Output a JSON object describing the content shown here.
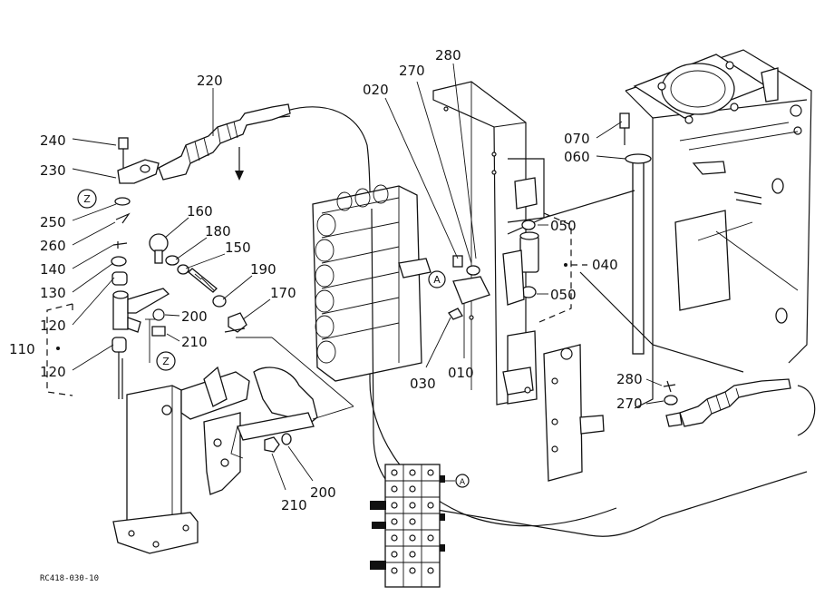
{
  "diagram": {
    "part_callouts": {
      "p220": "220",
      "p240": "240",
      "p230": "230",
      "p250": "250",
      "p260": "260",
      "p140": "140",
      "p130": "130",
      "p120a": "120",
      "p110": "110",
      "p120b": "120",
      "p160": "160",
      "p180": "180",
      "p150": "150",
      "p190": "190",
      "p170": "170",
      "p200a": "200",
      "p210a": "210",
      "p210b": "210",
      "p200b": "200",
      "p020": "020",
      "p270a": "270",
      "p280a": "280",
      "p030": "030",
      "p010": "010",
      "p050a": "050",
      "p040": "040",
      "p050b": "050",
      "p070": "070",
      "p060": "060",
      "p280b": "280",
      "p270b": "270"
    },
    "detail_markers": {
      "z1": "Z",
      "z2": "Z",
      "a1": "A",
      "a2": "A"
    },
    "drawing_code": "RC418-030-10"
  }
}
